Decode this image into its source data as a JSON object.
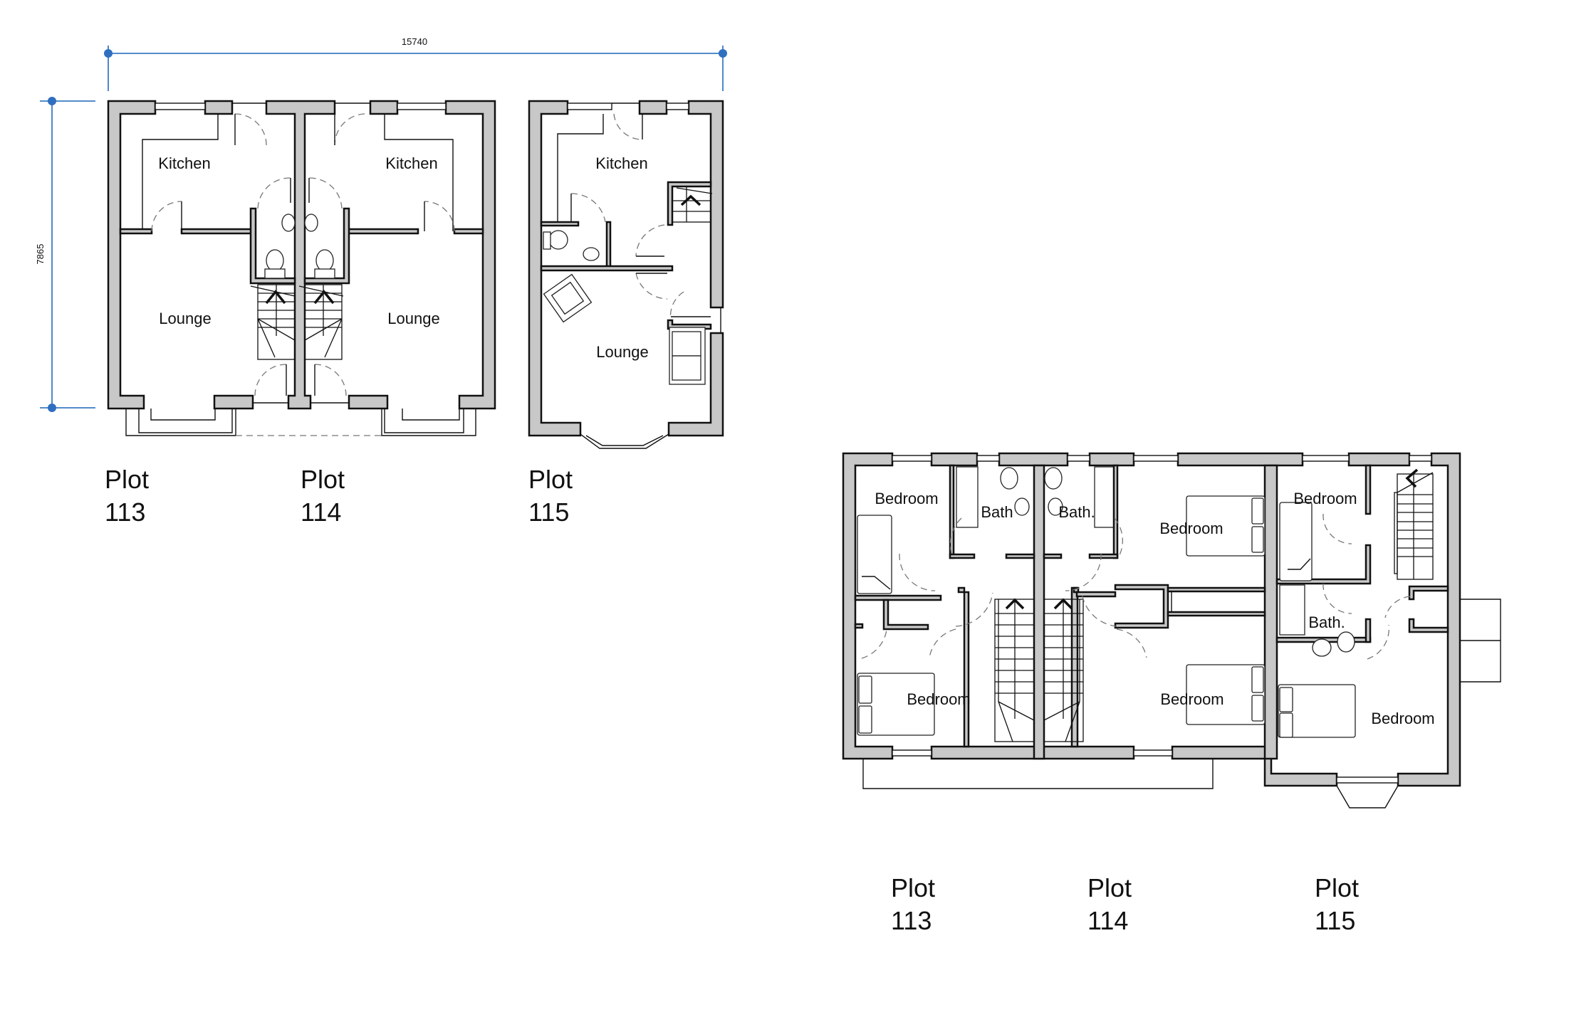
{
  "dimensions": {
    "width_label": "15740",
    "height_label": "7865",
    "line_color": "#3a7cc3"
  },
  "ground_floor": {
    "plots": [
      {
        "plot_word": "Plot",
        "number": "113",
        "rooms": {
          "kitchen": "Kitchen",
          "lounge": "Lounge"
        }
      },
      {
        "plot_word": "Plot",
        "number": "114",
        "rooms": {
          "kitchen": "Kitchen",
          "lounge": "Lounge"
        }
      },
      {
        "plot_word": "Plot",
        "number": "115",
        "rooms": {
          "kitchen": "Kitchen",
          "lounge": "Lounge"
        }
      }
    ]
  },
  "first_floor": {
    "plots": [
      {
        "plot_word": "Plot",
        "number": "113",
        "rooms": {
          "bedroom_1": "Bedroom",
          "bath": "Bath",
          "bedroom_2": "Bedroom"
        }
      },
      {
        "plot_word": "Plot",
        "number": "114",
        "rooms": {
          "bath": "Bath.",
          "bedroom_1": "Bedroom",
          "bedroom_2": "Bedroom"
        }
      },
      {
        "plot_word": "Plot",
        "number": "115",
        "rooms": {
          "bedroom_1": "Bedroom",
          "bath": "Bath.",
          "bedroom_2": "Bedroom"
        }
      }
    ]
  },
  "colors": {
    "wall_fill": "#c8c8c8",
    "line": "#111111",
    "background": "#ffffff"
  }
}
